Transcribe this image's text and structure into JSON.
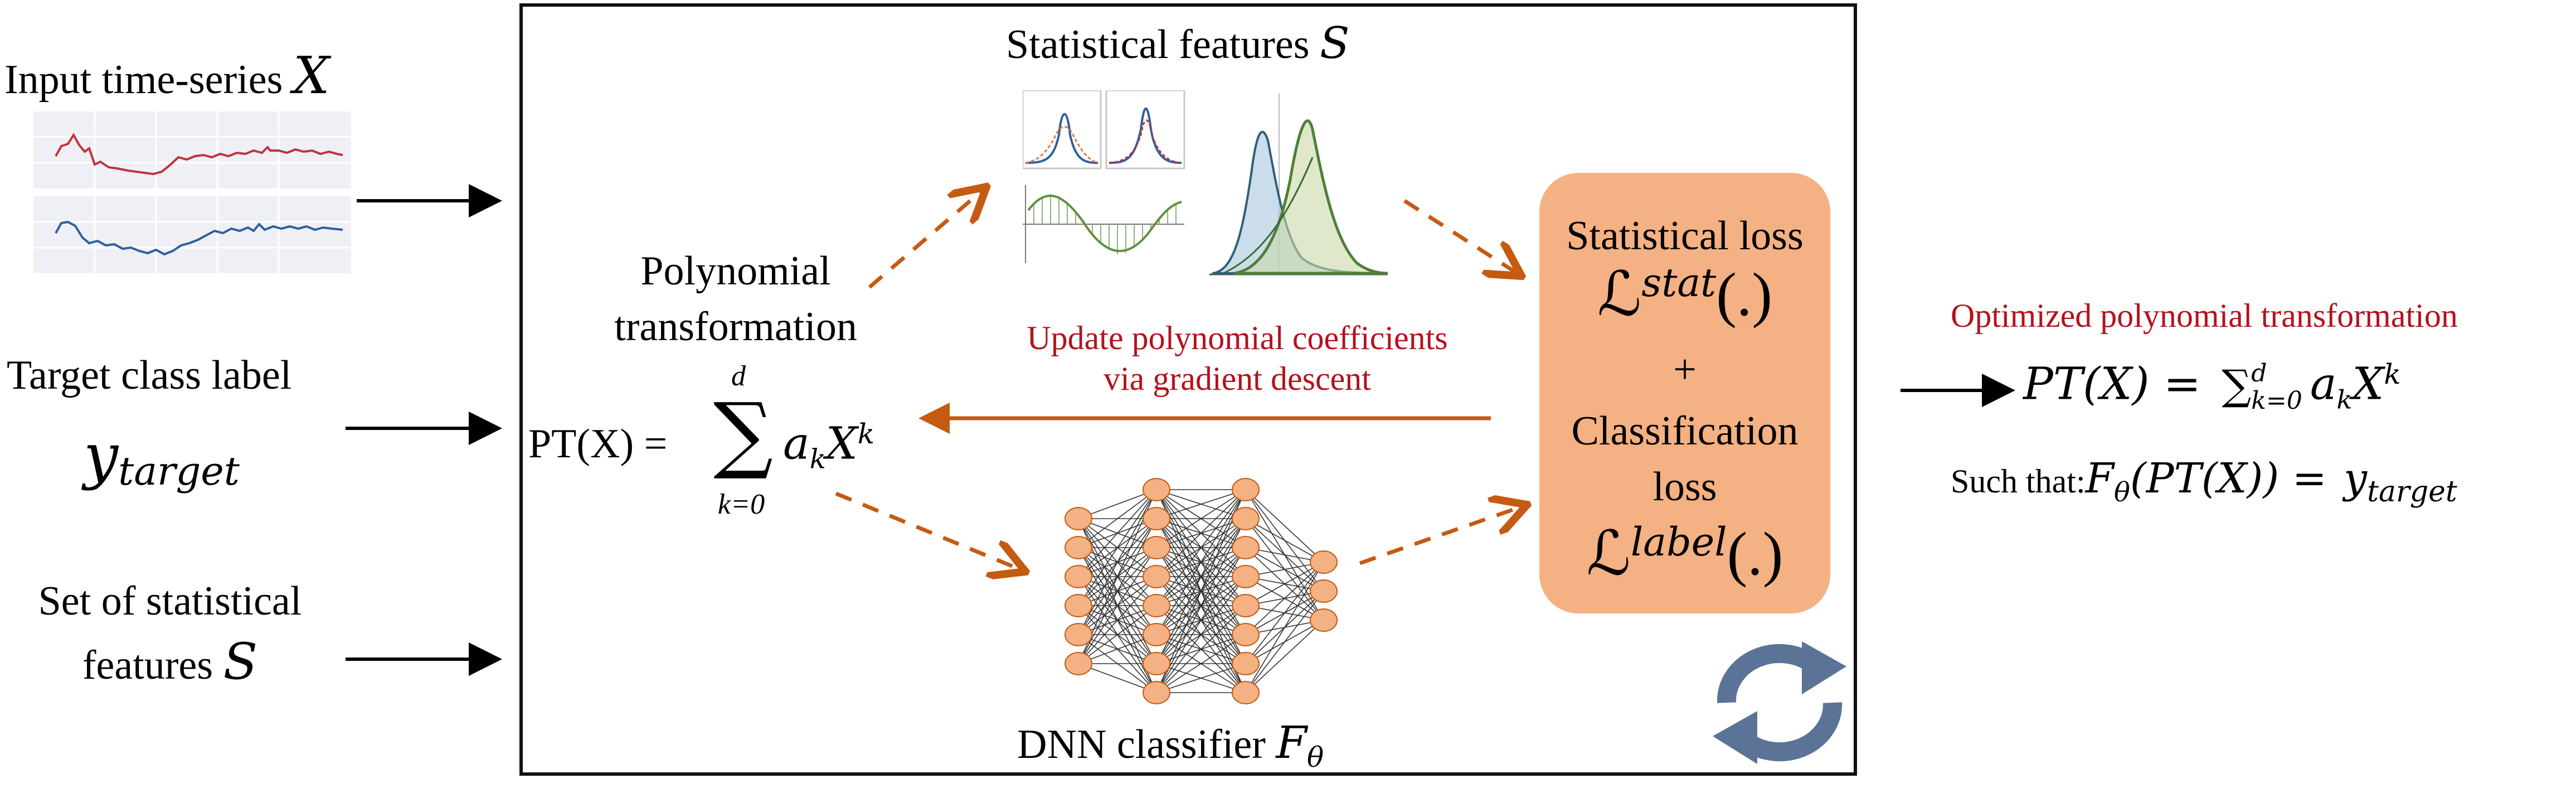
{
  "inputs": {
    "time_series_label": "Input time-series",
    "time_series_symbol": "X",
    "target_label": "Target class label",
    "target_symbol": "y",
    "target_subscript": "target",
    "stat_set_label_line1": "Set of statistical",
    "stat_set_label_line2": "features",
    "stat_set_symbol": "S"
  },
  "center": {
    "stat_features_label": "Statistical features",
    "stat_features_symbol": "S",
    "poly_label_line1": "Polynomial",
    "poly_label_line2": "transformation",
    "poly_lhs": "PT(X) =",
    "sum_upper": "d",
    "sum_lower": "k=0",
    "sum_term_a": "a",
    "sum_term_sub": "k",
    "sum_term_x": "X",
    "sum_term_sup": "k",
    "update_line1": "Update polynomial coefficients",
    "update_line2": "via gradient descent",
    "dnn_label": "DNN classifier",
    "dnn_symbol": "F",
    "dnn_sub": "θ"
  },
  "loss_box": {
    "stat_loss_label": "Statistical loss",
    "stat_loss_symbol": "ℒ",
    "stat_loss_sup": "stat",
    "stat_loss_arg": "(.)",
    "plus": "+",
    "cls_loss_line1": "Classification",
    "cls_loss_line2": "loss",
    "label_loss_symbol": "ℒ",
    "label_loss_sup": "label",
    "label_loss_arg": "(.)"
  },
  "output": {
    "title": "Optimized polynomial transformation",
    "formula_lhs": "PT(X) =",
    "formula_sum": "∑",
    "formula_upper": "d",
    "formula_lower": "k=0",
    "formula_a": "a",
    "formula_sub": "k",
    "formula_x": "X",
    "formula_sup": "k",
    "such_that": "Such that:",
    "cond_f": "F",
    "cond_sub": "θ",
    "cond_mid": "(PT(X)) =",
    "cond_y": "y",
    "cond_y_sub": "target"
  },
  "colors": {
    "frame": "#111111",
    "loss_box": "#f4b183",
    "arrow_orange": "#c55a11",
    "dashed_orange": "#c55a11",
    "neuron": "#f4b183",
    "neuron_stroke": "#c55a11",
    "red_text": "#b4121c",
    "series_red": "#c0333b",
    "series_blue": "#2f5fa0",
    "refresh_icon": "#5a7396"
  }
}
